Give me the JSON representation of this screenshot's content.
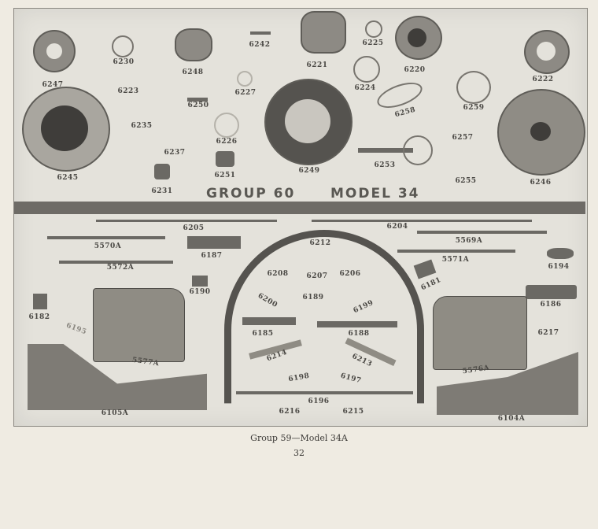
{
  "plate_titles": {
    "group": "GROUP 60",
    "model": "MODEL 34"
  },
  "upper_parts": [
    "6247",
    "6230",
    "6248",
    "6242",
    "6221",
    "6225",
    "6220",
    "6222",
    "6223",
    "6227",
    "6224",
    "6250",
    "6259",
    "6258",
    "6235",
    "6226",
    "6257",
    "6237",
    "6245",
    "6251",
    "6249",
    "6253",
    "6255",
    "6246",
    "6231"
  ],
  "lower_parts": [
    "6205",
    "6204",
    "5570A",
    "5569A",
    "6212",
    "6187",
    "5572A",
    "5571A",
    "6208",
    "6207",
    "6206",
    "6194",
    "6181",
    "6190",
    "6189",
    "6200",
    "6199",
    "6186",
    "6182",
    "6195",
    "6217",
    "6185",
    "6188",
    "5577A",
    "5576A",
    "6214",
    "6213",
    "6198",
    "6197",
    "6196",
    "6216",
    "6215",
    "6105A",
    "6104A"
  ],
  "caption": "Group 59—Model 34A",
  "page_number": "32"
}
